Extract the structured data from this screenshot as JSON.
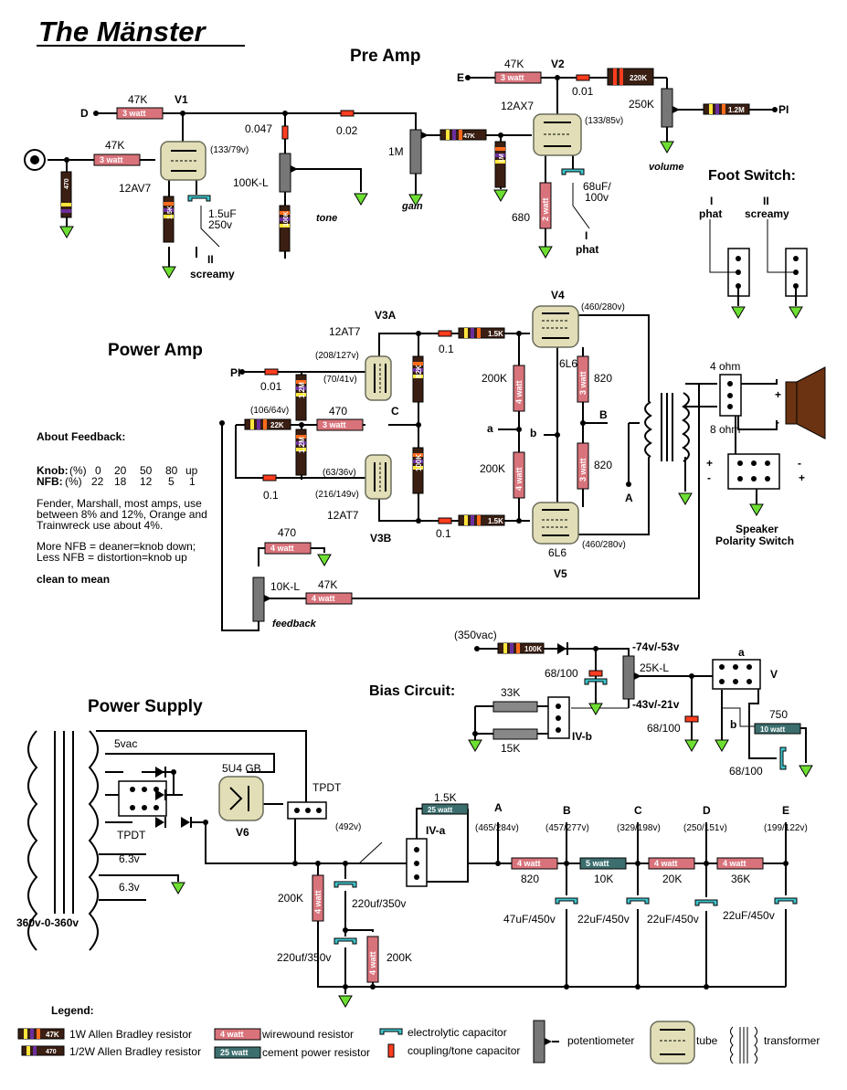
{
  "title": "The  Mänster",
  "sections": {
    "preamp": "Pre Amp",
    "power_amp": "Power Amp",
    "power_supply": "Power Supply",
    "bias": "Bias Circuit:",
    "foot_switch": "Foot Switch:"
  },
  "preamp": {
    "node_d": "D",
    "node_e": "E",
    "node_pi": "PI",
    "r47k_v1": "47K",
    "r47k_in": "47K",
    "r47k_v2": "47K",
    "r47k_grid": "47K",
    "tube_v1": "V1",
    "tube_v1_type": "12AV7",
    "tube_v1_volts": "(133/79v)",
    "tube_v2": "V2",
    "tube_v2_type": "12AX7",
    "tube_v2_volts": "(133/85v)",
    "c0047": "0.047",
    "c002": "0.02",
    "c001": "0.01",
    "r470": "470",
    "r15k": "1.5K",
    "r1m": "1M",
    "r680": "680",
    "r220k": "220K",
    "r12m": "1.2M",
    "pot_tone": "100K-L",
    "pot_tone_res": "100K",
    "tone": "tone",
    "pot_gain": "1M",
    "gain": "gain",
    "pot_volume": "250K",
    "volume": "volume",
    "cap_v1": "1.5uF",
    "cap_v1_v": "250v",
    "cap_v2": "68uF/",
    "cap_v2_v": "100v",
    "sw_ii": "II",
    "screamy": "screamy",
    "sw_i": "I",
    "phat": "phat",
    "w3": "3 watt",
    "w2": "2 watt"
  },
  "footswitch": {
    "i": "I",
    "phat": "phat",
    "ii": "II",
    "screamy": "screamy"
  },
  "poweramp": {
    "v3a": "V3A",
    "v3b": "V3B",
    "v3a_type": "12AT7",
    "v3b_type": "12AT7",
    "v3a_volts1": "(208/127v)",
    "v3a_volts2": "(70/41v)",
    "v3b_volts1": "(63/36v)",
    "v3b_volts2": "(216/149v)",
    "v3b_volts3": "(106/64v)",
    "pi": "PI",
    "c001": "0.01",
    "c01a": "0.1",
    "c01b": "0.1",
    "c01c": "0.1",
    "r12m_a": "1.2M",
    "r12m_b": "1.2M",
    "r22k": "22K",
    "r470": "470",
    "r82k": "82K",
    "r100k": "100K",
    "node_c": "C",
    "node_a": "a",
    "node_b": "b",
    "node_b2": "B",
    "node_a2": "A",
    "r15k_a": "1.5K",
    "r15k_b": "1.5K",
    "r200k_a": "200K",
    "r200k_b": "200K",
    "r820_a": "820",
    "r820_b": "820",
    "v4": "V4",
    "v4_type": "6L6",
    "v4_volts": "(460/280v)",
    "v5": "V5",
    "v5_type": "6L6",
    "v5_volts": "(460/280v)",
    "ohm4": "4 ohm",
    "ohm8": "8 ohm",
    "plus": "+",
    "minus": "-",
    "speaker_sw1": "Speaker",
    "speaker_sw2": "Polarity Switch",
    "r470_fb": "470",
    "pot_fb": "10K-L",
    "r47k_fb": "47K",
    "feedback": "feedback",
    "w4": "4 watt",
    "w3": "3 watt"
  },
  "feedback_notes": {
    "heading": "About Feedback:",
    "knob": "Knob:",
    "knob_unit": "(%)",
    "knob_vals": [
      "0",
      "20",
      "50",
      "80",
      "up"
    ],
    "nfb": "NFB:",
    "nfb_unit": "(%)",
    "nfb_vals": [
      "22",
      "18",
      "12",
      "5",
      "1"
    ],
    "para1": [
      "Fender, Marshall, most amps, use",
      "between 8% and 12%, Orange and",
      "Trainwreck use about 4%."
    ],
    "para2": [
      "More  NFB = deaner=knob down;",
      "Less NFB  = distortion=knob up"
    ],
    "clean": "clean to mean"
  },
  "bias": {
    "vac": "(350vac)",
    "r100k": "100K",
    "pot": "25K-L",
    "v1": "-74v/-53v",
    "v2": "-43v/-21v",
    "c68_1": "68/100",
    "c68_2": "68/100",
    "c68_3": "68/100",
    "r33k": "33K",
    "r15k": "15K",
    "sw_ivb": "IV-b",
    "sw_v": "V",
    "sw_a": "a",
    "sw_b": "b",
    "r750": "750",
    "w10": "10 watt"
  },
  "supply": {
    "vac5": "5vac",
    "tube": "5U4 GB",
    "tube_id": "V6",
    "tpdt1": "TPDT",
    "tpdt2": "TPDT",
    "v63a": "6.3v",
    "v63b": "6.3v",
    "hv": "360v-0-360v",
    "v492": "(492v)",
    "r15k": "1.5K",
    "w25": "25 watt",
    "sw_iva": "IV-a",
    "nodes": [
      "A",
      "B",
      "C",
      "D",
      "E"
    ],
    "volts": [
      "(465/284v)",
      "(457/277v)",
      "(329/198v)",
      "(250/151v)",
      "(199/122v)"
    ],
    "r820": "820",
    "r10k": "10K",
    "r20k": "20K",
    "r36k": "36K",
    "w4": "4 watt",
    "w5": "5 watt",
    "caps": [
      "47uF/450v",
      "22uF/450v",
      "22uF/450v",
      "22uF/450v"
    ],
    "r200k_1": "200K",
    "r200k_2": "200K",
    "c220_1": "220uf/350v",
    "c220_2": "220uf/350v"
  },
  "legend": {
    "title": "Legend:",
    "r1w": "1W Allen Bradley resistor",
    "r1w_val": "47K",
    "rhalf": "1/2W Allen Bradley resistor",
    "rhalf_val": "470",
    "wirewound": "wirewound resistor",
    "ww_val": "4 watt",
    "cement": "cement power resistor",
    "cem_val": "25 watt",
    "electrolytic": "electrolytic capacitor",
    "coupling": "coupling/tone capacitor",
    "pot": "potentiometer",
    "tube": "tube",
    "transformer": "transformer"
  },
  "colors": {
    "wirewound": "#d9737b",
    "cement": "#3c6e6e",
    "ground": "#6ddf33",
    "electrolytic": "#3ec5cc",
    "coupling": "#ff3d1f",
    "tube": "#e2dfb8"
  }
}
